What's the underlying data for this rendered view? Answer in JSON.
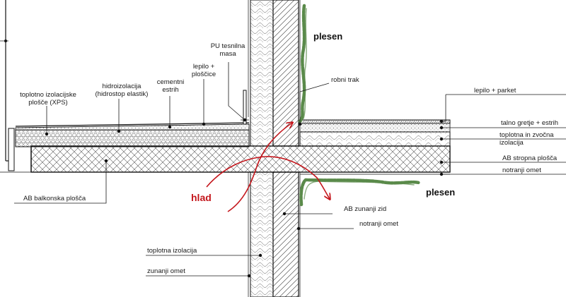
{
  "labels": {
    "xps": [
      "toplotno izolacijske",
      "plošče (XPS)"
    ],
    "hydro": [
      "hidroizolacija",
      "(hidrostop elastik)"
    ],
    "screed": [
      "cementni",
      "estrih"
    ],
    "tiles": [
      "lepilo +",
      "ploščice"
    ],
    "pu": [
      "PU tesnilna",
      "masa"
    ],
    "edge_strip": "robni trak",
    "glue_parquet": "lepilo + parket",
    "floor_heating": "talno gretje + estrih",
    "thermal_sound": [
      "toplotna in zvočna",
      "izolacija"
    ],
    "ab_ceiling": "AB stropna plošča",
    "inner_plaster_right": "notranji omet",
    "balcony": "AB balkonska plošča",
    "ext_wall": "AB zunanji zid",
    "inner_plaster_wall": "notranji omet",
    "thermal_ins": "toplotna izolacija",
    "ext_plaster": "zunanji omet"
  },
  "annotations": {
    "mold_top": "plesen",
    "mold_bottom": "plesen",
    "cold": "hlad"
  },
  "colors": {
    "cold_arrow": "#c4161c",
    "mold": "#5a8a4a",
    "lines": "#111111",
    "hatch": "#444444"
  }
}
